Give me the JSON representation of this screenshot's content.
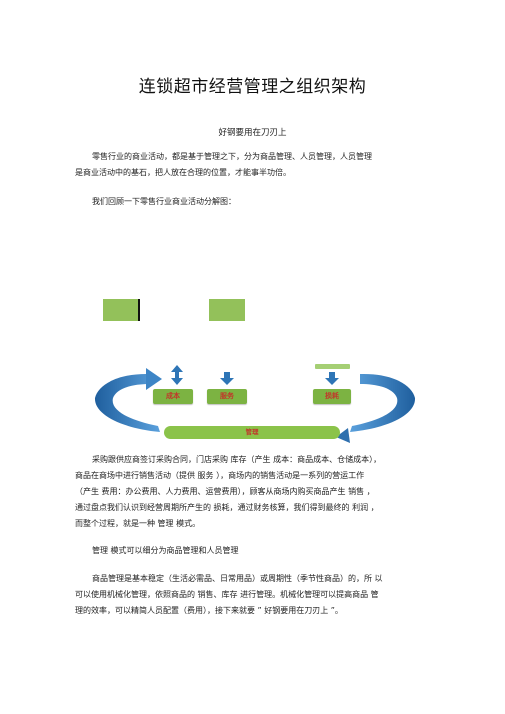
{
  "document": {
    "title": "连锁超市经营管理之组织架构",
    "subtitle": "好钢要用在刀刃上",
    "intro": [
      "零售行业的商业活动，都是基于管理之下，分为商品管理、人员管理，人员管理",
      "是商业活动中的基石，把人放在合理的位置，才能事半功倍。"
    ],
    "review": "我们回顾一下零售行业商业活动分解图：",
    "body1": [
      "采购跟供应商签订采购合同，门店采购  库存（产生  成本：商品成本、仓储成本），",
      "商品在商场中进行销售活动（提供  服务  ），商场内的销售活动是一系列的营运工作",
      "（产生  费用：办公费用、人力费用、运营费用），顾客从商场内购买商品产生  销售  ，",
      "通过盘点我们认识到经营周期所产生的  损耗，通过财务核算，我们得到最终的  利润  ，",
      "而整个过程，就是一种  管理  模式。"
    ],
    "body2": "管理  模式可以细分为商品管理和人员管理",
    "body3": [
      "商品管理是基本稳定（生活必需品、日常用品）或周期性（季节性商品）的，所  以",
      "可以使用机械化管理，依照商品的  销售、库存  进行管理。机械化管理可以提高商品  管",
      "理的效率，可以精简人员配置（费用），接下来就要  ”  好钢要用在刀刃上  ”。"
    ]
  },
  "diagram": {
    "labels": {
      "cost": "成本",
      "service": "服务",
      "loss": "损耗",
      "management": "管理"
    },
    "colors": {
      "box_green": "#93c15a",
      "arrow_blue": "#2e75b6",
      "label_red": "#c0392b"
    }
  }
}
